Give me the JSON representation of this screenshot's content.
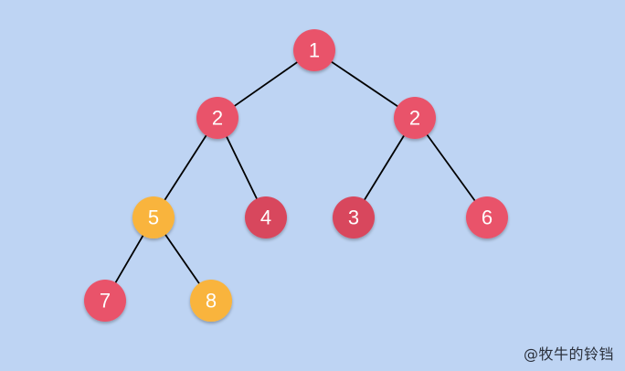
{
  "colors": {
    "background": "#bed4f3",
    "edge": "#000000",
    "node_red": "#e9536a",
    "node_red_dark": "#d8475d",
    "node_orange": "#f9b43c"
  },
  "nodes": [
    {
      "id": "n1",
      "label": "1",
      "color": "red"
    },
    {
      "id": "n2a",
      "label": "2",
      "color": "red"
    },
    {
      "id": "n2b",
      "label": "2",
      "color": "red"
    },
    {
      "id": "n5",
      "label": "5",
      "color": "orange"
    },
    {
      "id": "n4",
      "label": "4",
      "color": "red_dark"
    },
    {
      "id": "n3",
      "label": "3",
      "color": "red_dark"
    },
    {
      "id": "n6",
      "label": "6",
      "color": "red"
    },
    {
      "id": "n7",
      "label": "7",
      "color": "red"
    },
    {
      "id": "n8",
      "label": "8",
      "color": "orange"
    }
  ],
  "edges": [
    {
      "from": "n1",
      "to": "n2a"
    },
    {
      "from": "n1",
      "to": "n2b"
    },
    {
      "from": "n2a",
      "to": "n5"
    },
    {
      "from": "n2a",
      "to": "n4"
    },
    {
      "from": "n2b",
      "to": "n3"
    },
    {
      "from": "n2b",
      "to": "n6"
    },
    {
      "from": "n5",
      "to": "n7"
    },
    {
      "from": "n5",
      "to": "n8"
    }
  ],
  "watermark": "@牧牛的铃铛"
}
